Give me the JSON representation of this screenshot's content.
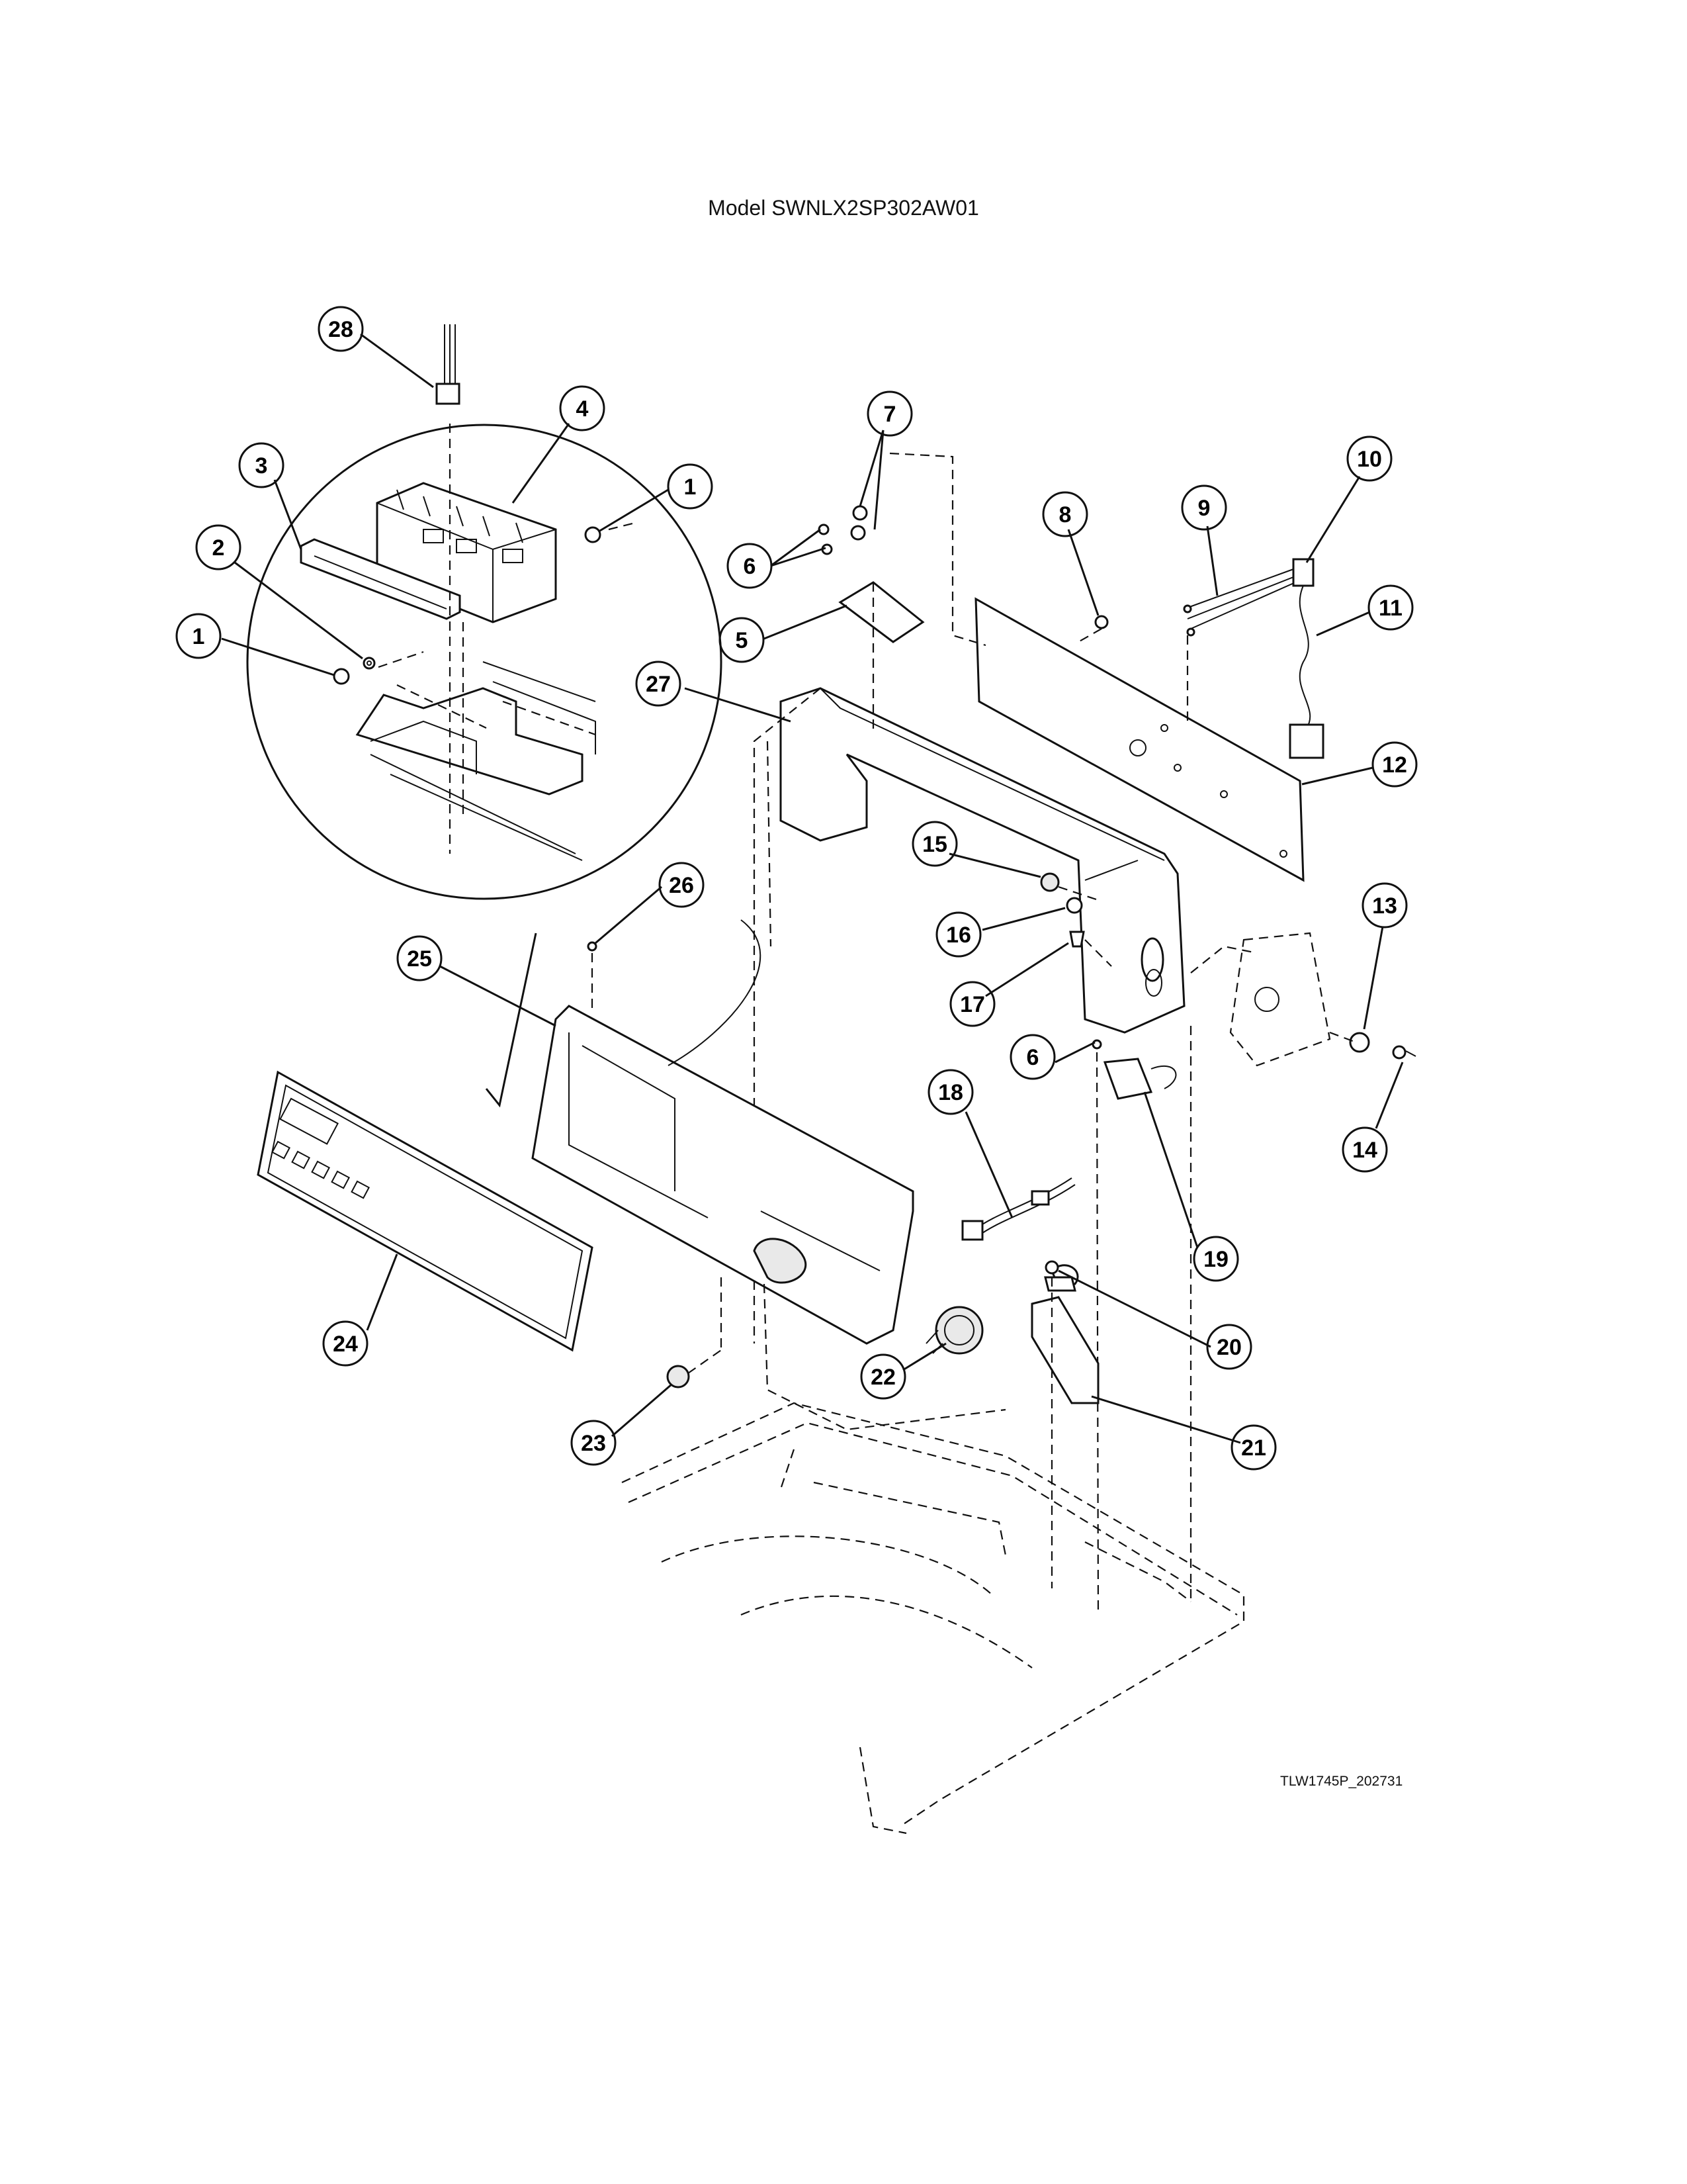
{
  "header": {
    "title": "Model SWNLX2SP302AW01"
  },
  "footer": {
    "drawing_code": "TLW1745P_202731"
  },
  "callouts": [
    {
      "id": "c28",
      "label": "28"
    },
    {
      "id": "c4",
      "label": "4"
    },
    {
      "id": "c3",
      "label": "3"
    },
    {
      "id": "c1a",
      "label": "1"
    },
    {
      "id": "c2",
      "label": "2"
    },
    {
      "id": "c1b",
      "label": "1"
    },
    {
      "id": "c7",
      "label": "7"
    },
    {
      "id": "c6a",
      "label": "6"
    },
    {
      "id": "c5",
      "label": "5"
    },
    {
      "id": "c8",
      "label": "8"
    },
    {
      "id": "c9",
      "label": "9"
    },
    {
      "id": "c10",
      "label": "10"
    },
    {
      "id": "c11",
      "label": "11"
    },
    {
      "id": "c12",
      "label": "12"
    },
    {
      "id": "c27",
      "label": "27"
    },
    {
      "id": "c15",
      "label": "15"
    },
    {
      "id": "c16",
      "label": "16"
    },
    {
      "id": "c17",
      "label": "17"
    },
    {
      "id": "c13",
      "label": "13"
    },
    {
      "id": "c14",
      "label": "14"
    },
    {
      "id": "c26",
      "label": "26"
    },
    {
      "id": "c25",
      "label": "25"
    },
    {
      "id": "c6b",
      "label": "6"
    },
    {
      "id": "c18",
      "label": "18"
    },
    {
      "id": "c19",
      "label": "19"
    },
    {
      "id": "c20",
      "label": "20"
    },
    {
      "id": "c21",
      "label": "21"
    },
    {
      "id": "c22",
      "label": "22"
    },
    {
      "id": "c23",
      "label": "23"
    },
    {
      "id": "c24",
      "label": "24"
    }
  ]
}
